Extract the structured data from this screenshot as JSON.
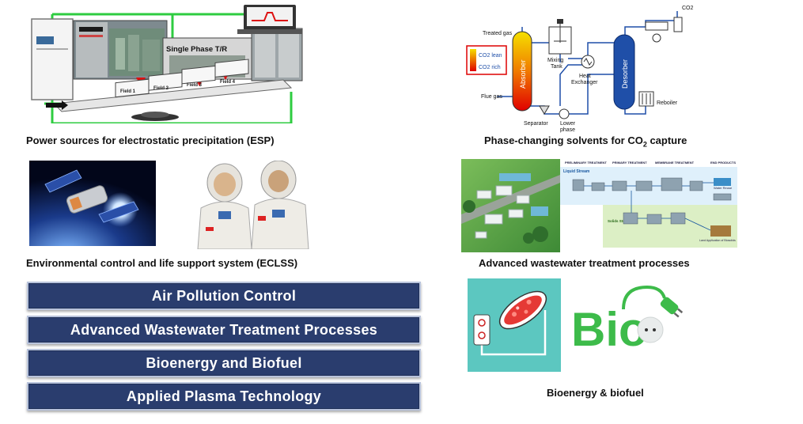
{
  "captions": {
    "esp": "Power sources for electrostatic precipitation (ESP)",
    "co2_prefix": "Phase-changing solvents for CO",
    "co2_sub": "2",
    "co2_suffix": " capture",
    "eclss": "Environmental control and life support system (ECLSS)",
    "wastewater": "Advanced wastewater treatment processes",
    "bio": "Bioenergy & biofuel"
  },
  "esp_figure": {
    "label": "Single Phase  T/R",
    "fields": [
      "Field 1",
      "Field 2",
      "Field 3",
      "Field 4"
    ]
  },
  "co2_figure": {
    "treated_gas": "Treated gas",
    "co2_top": "CO2",
    "co2_lean": "CO2 lean",
    "co2_rich": "CO2 rich",
    "absorber": "Absorber",
    "mixing_tank_1": "Mixing",
    "mixing_tank_2": "Tank",
    "heat_exchanger_1": "Heat",
    "heat_exchanger_2": "Exchanger",
    "desorber": "Desorber",
    "flue_gas": "Flue gas",
    "separator": "Separator",
    "lower_phase_1": "Lower",
    "lower_phase_2": "phase",
    "reboiler": "Reboiler"
  },
  "ww_figure": {
    "stages": [
      "PRELIMINARY TREATMENT",
      "PRIMARY TREATMENT",
      "MEMBRANE TREATMENT",
      "END PRODUCTS"
    ],
    "liquid_stream": "Liquid Stream",
    "solids_stream": "Solids Stream",
    "water_reuse": "Water Reuse",
    "land_application": "Land Application of Biosolids"
  },
  "bio_figure": {
    "logo": "Bio"
  },
  "buttons": [
    "Air Pollution Control",
    "Advanced  Wastewater  Treatment  Processes",
    "Bioenergy  and Biofuel",
    "Applied  Plasma  Technology"
  ],
  "colors": {
    "button_bg": "#2a3d6e",
    "green_wire": "#2ecc40",
    "absorber_top": "#f5e000",
    "absorber_bottom": "#e00000",
    "desorber": "#1f4fa8",
    "bio_green": "#3dbb4a",
    "bio_teal_bg": "#5cc7c0"
  }
}
